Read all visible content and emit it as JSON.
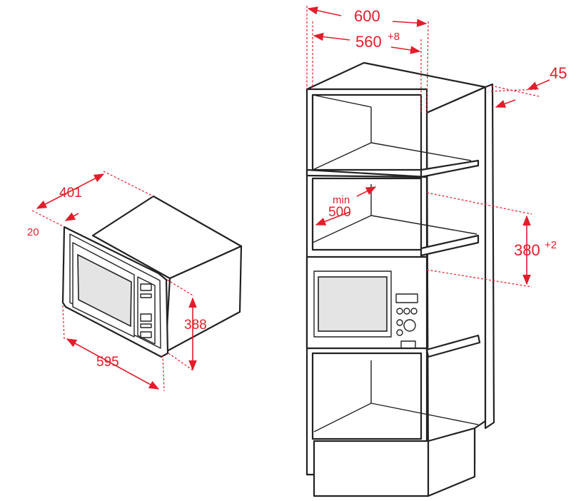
{
  "colors": {
    "dimension": "#e21d2b",
    "outline": "#222222",
    "glass": "#e4e4e4"
  },
  "microwave": {
    "depth": "401",
    "frame": "20",
    "height": "388",
    "width": "595"
  },
  "cabinet": {
    "outer_width": "600",
    "niche_width": "560",
    "niche_width_tol": "+8",
    "wall_gap": "45",
    "min_label": "min",
    "min_value": "500",
    "niche_height": "380",
    "niche_height_tol": "+2"
  }
}
